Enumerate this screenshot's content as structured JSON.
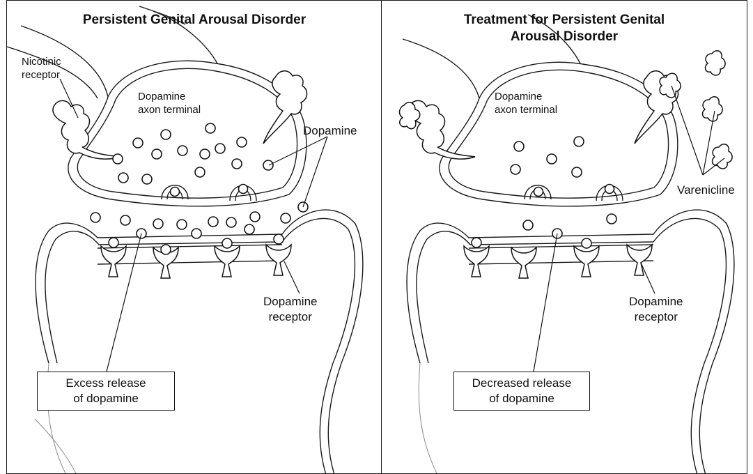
{
  "panels": [
    {
      "title": "Persistent Genital Arousal Disorder",
      "labels": {
        "nicotinic_receptor": "Nicotinic\nreceptor",
        "axon_terminal": "Dopamine\naxon terminal",
        "dopamine": "Dopamine",
        "dopamine_receptor": "Dopamine\nreceptor"
      },
      "callout": "Excess release\nof dopamine"
    },
    {
      "title": "Treatment for Persistent Genital\nArousal Disorder",
      "labels": {
        "axon_terminal": "Dopamine\naxon terminal",
        "varenicline": "Varenicline",
        "dopamine_receptor": "Dopamine\nreceptor"
      },
      "callout": "Decreased release\nof dopamine"
    }
  ]
}
